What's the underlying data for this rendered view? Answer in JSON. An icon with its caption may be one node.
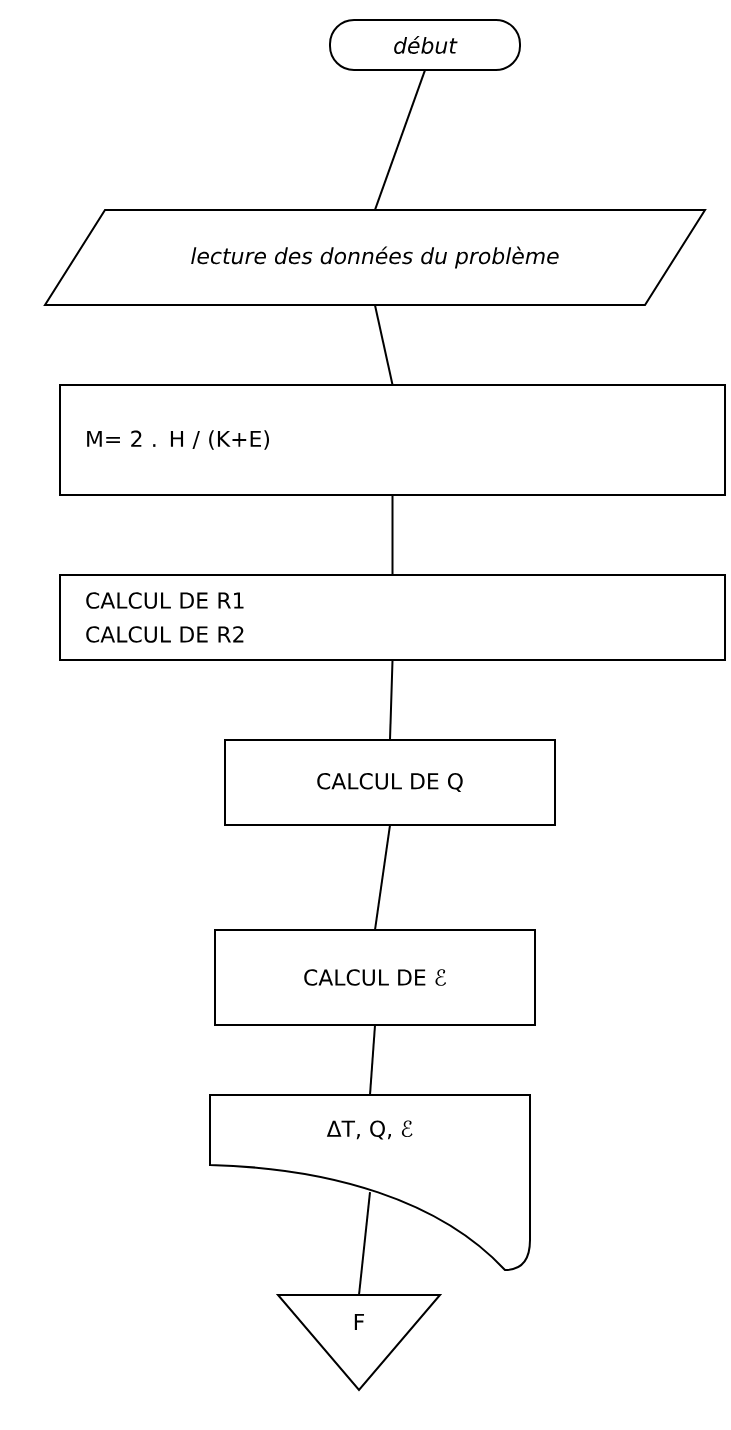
{
  "diagram": {
    "nodes": [
      {
        "text": [
          "début"
        ]
      },
      {
        "text": [
          "lecture des données du problème"
        ]
      },
      {
        "text": [
          "M= 2 . H / (K+E)"
        ]
      },
      {
        "text": [
          "CALCUL DE R1",
          "CALCUL DE R2"
        ]
      },
      {
        "text": [
          "CALCUL DE Q"
        ]
      },
      {
        "text": [
          "CALCUL DE ℰ"
        ]
      },
      {
        "text": [
          "ΔT, Q, ℰ"
        ]
      },
      {
        "text": [
          "F"
        ]
      }
    ],
    "edges": [
      {
        "from": 0,
        "to": 1,
        "arrow": "none"
      },
      {
        "from": 1,
        "to": 2,
        "arrow": "none"
      },
      {
        "from": 2,
        "to": 3,
        "arrow": "none"
      },
      {
        "from": 3,
        "to": 4,
        "arrow": "none"
      },
      {
        "from": 4,
        "to": 5,
        "arrow": "none"
      },
      {
        "from": 5,
        "to": 6,
        "arrow": "none"
      },
      {
        "from": 6,
        "to": 7,
        "arrow": "none"
      }
    ]
  }
}
